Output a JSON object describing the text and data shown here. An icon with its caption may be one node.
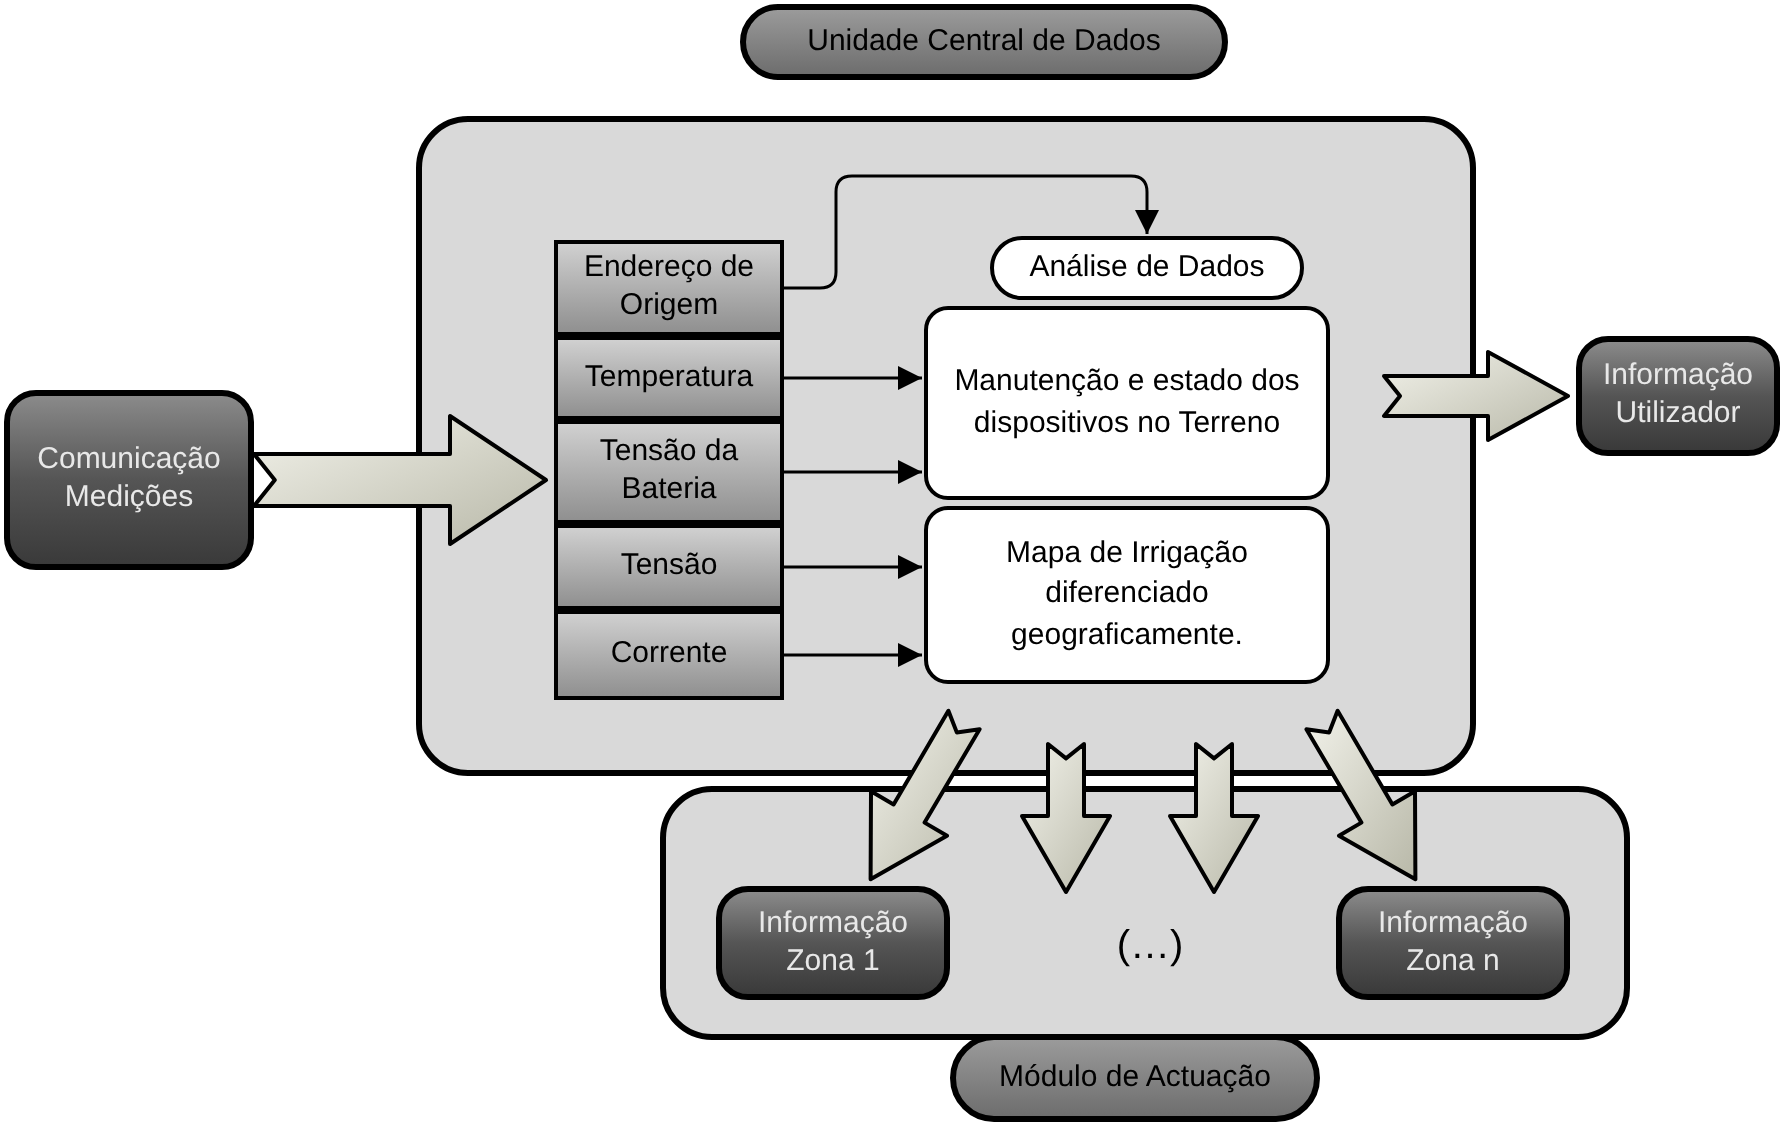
{
  "diagram": {
    "nodes": [
      {
        "text": [
          "Unidade Central de Dados"
        ]
      },
      {
        "text": [],
        "shape": "box"
      },
      {
        "text": [
          "Endereço de Origem"
        ],
        "in": 1
      },
      {
        "text": [
          "Temperatura"
        ],
        "in": 1
      },
      {
        "text": [
          "Tensão da Bateria"
        ],
        "in": 1
      },
      {
        "text": [
          "Tensão"
        ],
        "in": 1
      },
      {
        "text": [
          "Corrente"
        ],
        "in": 1
      },
      {
        "text": [
          "Análise de Dados"
        ],
        "in": 1
      },
      {
        "text": [
          "Manutenção e estado dos dispositivos no Terreno"
        ],
        "in": 1
      },
      {
        "text": [
          "Mapa de Irrigação diferenciado geograficamente."
        ],
        "in": 1
      },
      {
        "text": [
          "Comunicação Medições"
        ]
      },
      {
        "text": [
          "Informação Utilizador"
        ]
      },
      {
        "text": [],
        "shape": "box"
      },
      {
        "text": [
          "Informação Zona 1"
        ],
        "in": 12
      },
      {
        "text": [
          "(…)"
        ],
        "in": 12
      },
      {
        "text": [
          "Informação Zona n"
        ],
        "in": 12
      },
      {
        "text": [
          "Módulo de Actuação"
        ]
      }
    ],
    "edges": [
      {
        "from": 2,
        "to": 7,
        "arrow": "to"
      },
      {
        "from": 3,
        "to": 8,
        "arrow": "to"
      },
      {
        "from": 4,
        "to": 8,
        "arrow": "to"
      },
      {
        "from": 5,
        "to": 9,
        "arrow": "to"
      },
      {
        "from": 6,
        "to": 9,
        "arrow": "to"
      },
      {
        "from": 10,
        "to": 4,
        "arrow": "to",
        "style": "thick"
      },
      {
        "from": 1,
        "to": 11,
        "arrow": "to",
        "style": "thick"
      },
      {
        "from": 1,
        "to": 13,
        "arrow": "to",
        "style": "thick"
      },
      {
        "from": 1,
        "to": 14,
        "arrow": "to",
        "style": "thick"
      },
      {
        "from": 1,
        "to": 14,
        "arrow": "to",
        "style": "thick"
      },
      {
        "from": 1,
        "to": 15,
        "arrow": "to",
        "style": "thick"
      }
    ]
  }
}
